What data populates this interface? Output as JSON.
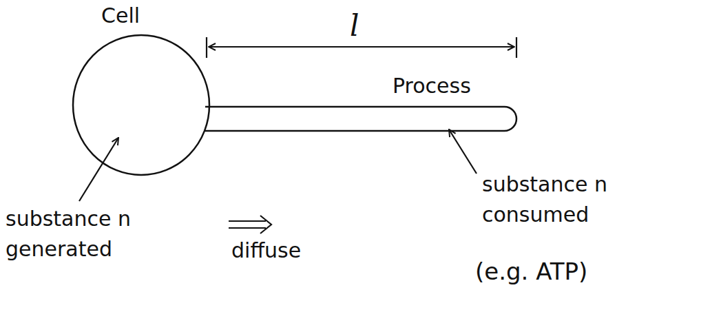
{
  "diagram": {
    "nodes": [
      {
        "text": [
          "Cell"
        ]
      },
      {
        "text": [
          "Process"
        ]
      }
    ],
    "labels": [
      "l",
      "substance n generated",
      "diffuse",
      "substance n consumed",
      "(e.g. ATP)"
    ]
  }
}
